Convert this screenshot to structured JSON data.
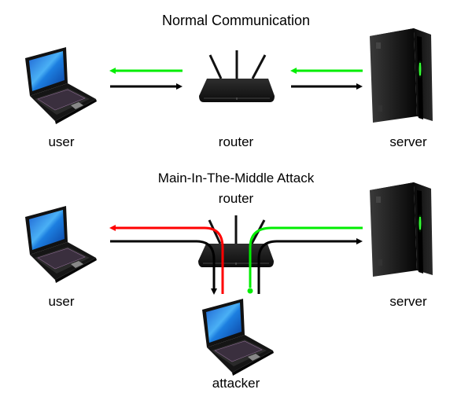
{
  "sections": {
    "normal": {
      "title": "Normal Communication",
      "nodes": {
        "user": "user",
        "router": "router",
        "server": "server"
      }
    },
    "mitm": {
      "title": "Main-In-The-Middle Attack",
      "nodes": {
        "user": "user",
        "router": "router",
        "server": "server",
        "attacker": "attacker"
      }
    }
  },
  "colors": {
    "request": "#000000",
    "response_legit": "#00ee00",
    "response_forged": "#ff0000"
  },
  "icons": {
    "laptop": "laptop-icon",
    "router": "router-icon",
    "server": "server-icon"
  }
}
